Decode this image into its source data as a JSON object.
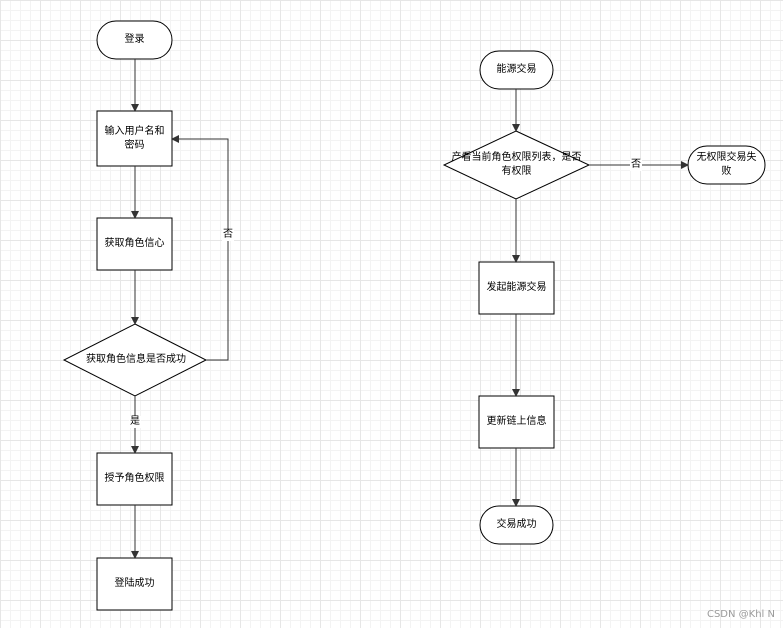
{
  "left_flow": {
    "start": "登录",
    "input": "输入用户名和密码",
    "get_role": "获取角色信心",
    "check": "获取角色信息是否成功",
    "grant": "授予角色权限",
    "done": "登陆成功",
    "yes_label": "是",
    "no_label": "否"
  },
  "right_flow": {
    "start": "能源交易",
    "check": "产看当前角色权限列表，是否有权限",
    "fail": "无权限交易失败",
    "initiate": "发起能源交易",
    "update": "更新链上信息",
    "success": "交易成功",
    "no_label": "否"
  },
  "watermark": "CSDN @Khl N"
}
